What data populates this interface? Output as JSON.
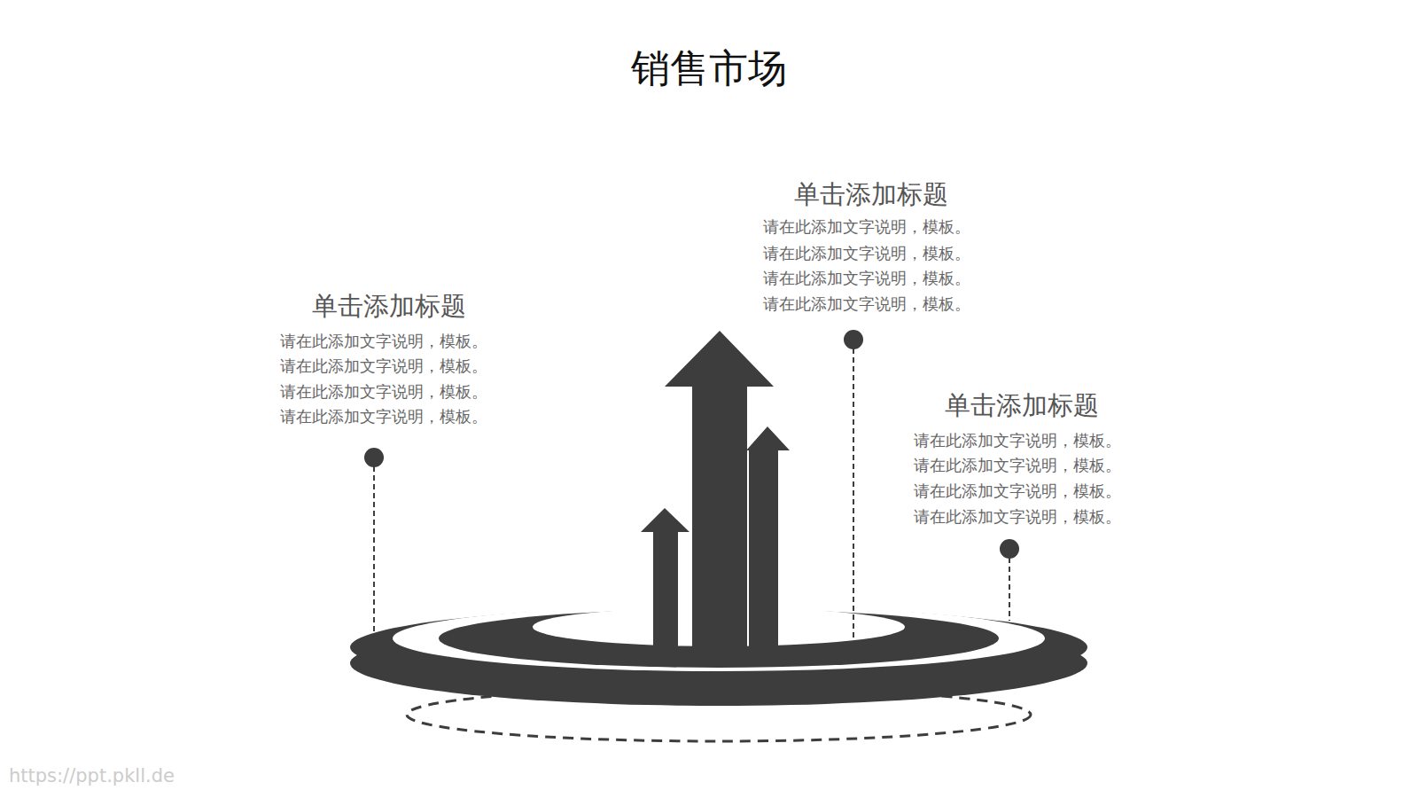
{
  "diagram": {
    "title": "销售市场",
    "labels": [
      "单击添加标题",
      "请在此添加文字说明，模板。",
      "请在此添加文字说明，模板。",
      "请在此添加文字说明，模板。",
      "请在此添加文字说明，模板。",
      "单击添加标题",
      "请在此添加文字说明，模板。",
      "请在此添加文字说明，模板。",
      "请在此添加文字说明，模板。",
      "请在此添加文字说明，模板。",
      "单击添加标题",
      "请在此添加文字说明，模板。",
      "请在此添加文字说明，模板。",
      "请在此添加文字说明，模板。",
      "请在此添加文字说明，模板。",
      "https://ppt.pkll.de"
    ]
  }
}
